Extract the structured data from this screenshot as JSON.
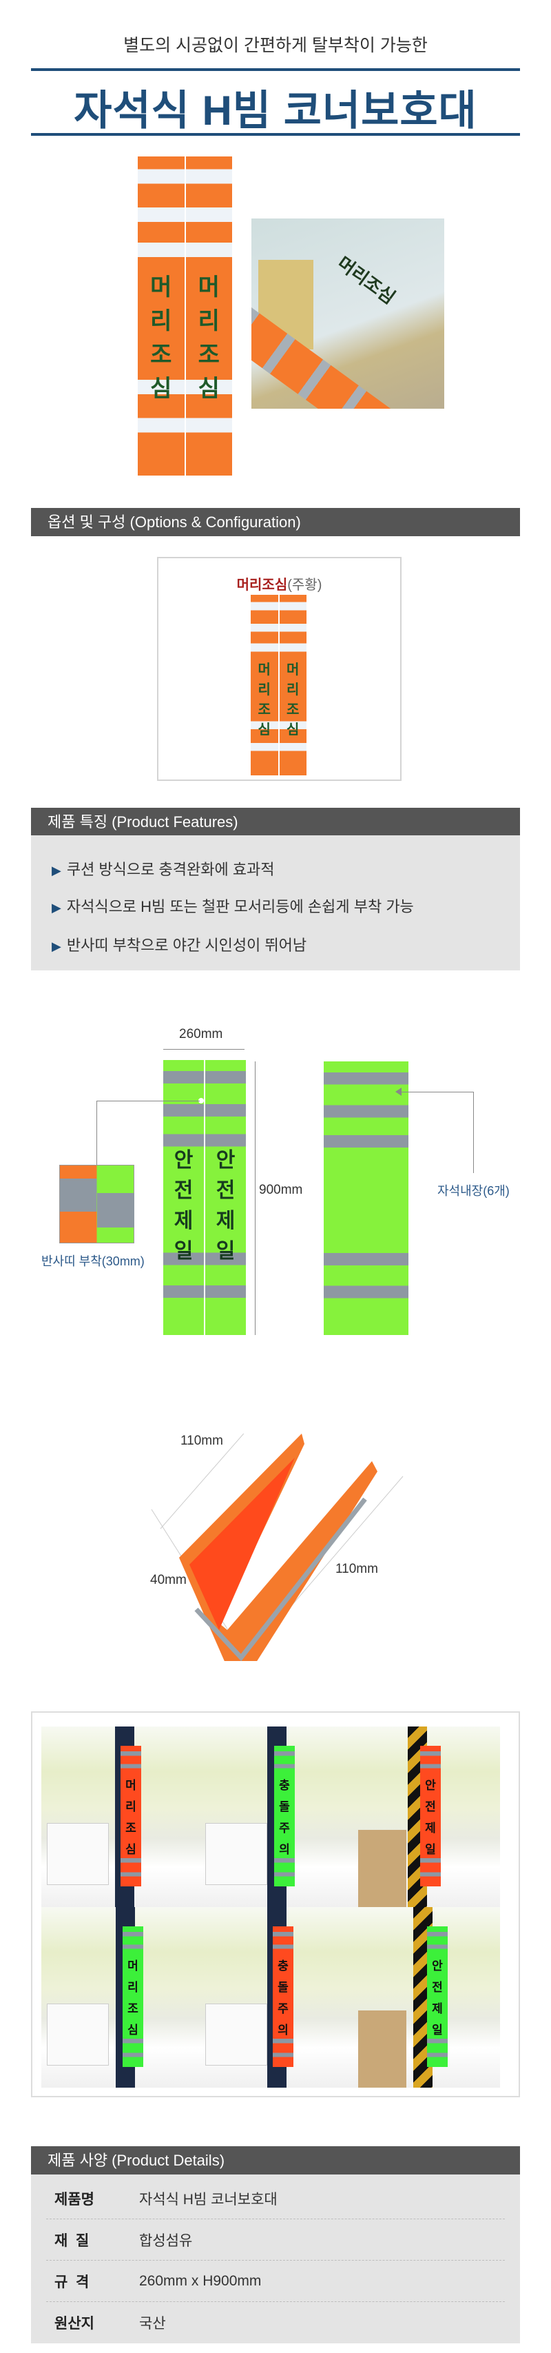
{
  "header": {
    "subtitle": "별도의 시공없이 간편하게 탈부착이 가능한",
    "title": "자석식 H빔 코너보호대",
    "accent_color": "#1f4e7a"
  },
  "hero": {
    "product_text": [
      "머",
      "리",
      "조",
      "심"
    ],
    "photo_text": "머리조심"
  },
  "options": {
    "heading": "옵션 및 구성 (Options & Configuration)",
    "item_name": "머리조심",
    "item_color": "(주황)",
    "product_text": [
      "머",
      "리",
      "조",
      "심"
    ]
  },
  "features": {
    "heading": "제품 특징 (Product Features)",
    "bullet_icon": "triangle-right-icon",
    "items": [
      "쿠션 방식으로 충격완화에 효과적",
      "자석식으로 H빔 또는 철판 모서리등에 손쉽게 부착 가능",
      "반사띠 부착으로 야간 시인성이 뛰어남"
    ]
  },
  "dimensions": {
    "width": "260mm",
    "height": "900mm",
    "reflective_label": "반사띠 부착(30mm)",
    "magnet_label": "자석내장(6개)",
    "product_text": [
      "안",
      "전",
      "제",
      "일"
    ],
    "corner_top": "110mm",
    "corner_side": "110mm",
    "corner_depth": "40mm"
  },
  "gallery": {
    "cells": [
      {
        "text": [
          "머",
          "리",
          "조",
          "심"
        ],
        "color": "orange"
      },
      {
        "text": [
          "충",
          "돌",
          "주",
          "의"
        ],
        "color": "green"
      },
      {
        "text": [
          "안",
          "전",
          "제",
          "일"
        ],
        "color": "orange"
      },
      {
        "text": [
          "머",
          "리",
          "조",
          "심"
        ],
        "color": "green"
      },
      {
        "text": [
          "충",
          "돌",
          "주",
          "의"
        ],
        "color": "orange"
      },
      {
        "text": [
          "안",
          "전",
          "제",
          "일"
        ],
        "color": "green"
      }
    ]
  },
  "specs": {
    "heading": "제품 사양 (Product Details)",
    "rows": [
      {
        "label": "제품명",
        "value": "자석식 H빔 코너보호대"
      },
      {
        "label": "재  질",
        "value": "합성섬유"
      },
      {
        "label": "규  격",
        "value": "260mm x H900mm"
      },
      {
        "label": "원산지",
        "value": "국산"
      }
    ]
  }
}
